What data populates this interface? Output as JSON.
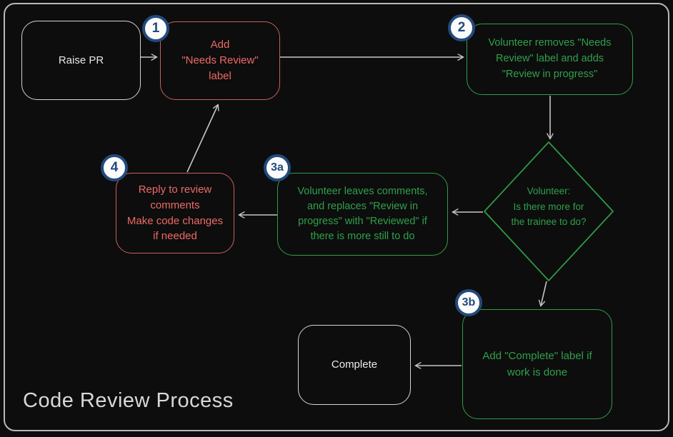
{
  "title": "Code Review Process",
  "colors": {
    "background": "#0d0d0d",
    "frame_border": "#b9b9b9",
    "red_node": "#ed6a65",
    "green_node": "#2fa04b",
    "white_node": "#e9e9e9",
    "badge_blue": "#234a7c",
    "badge_fill": "#fbfbfb",
    "arrow": "#c6c6c6"
  },
  "nodes": {
    "raise_pr": {
      "label": "Raise PR"
    },
    "step1": {
      "badge": "1",
      "label": "Add\n\"Needs Review\"\nlabel"
    },
    "step2": {
      "badge": "2",
      "label": "Volunteer removes \"Needs\nReview\" label and adds\n\"Review in progress\""
    },
    "decision": {
      "label": "Volunteer:\nIs there more for\nthe trainee to do?"
    },
    "step3a": {
      "badge": "3a",
      "label": "Volunteer leaves comments,\nand replaces \"Review in\nprogress\" with \"Reviewed\" if\nthere is more still to do"
    },
    "step4": {
      "badge": "4",
      "label": "Reply to review\ncomments\nMake code changes\nif needed"
    },
    "step3b": {
      "badge": "3b",
      "label": "Add \"Complete\" label if\nwork is done"
    },
    "complete": {
      "label": "Complete"
    }
  },
  "edges": [
    {
      "from": "raise_pr",
      "to": "step1"
    },
    {
      "from": "step1",
      "to": "step2"
    },
    {
      "from": "step2",
      "to": "decision"
    },
    {
      "from": "decision",
      "to": "step3a"
    },
    {
      "from": "step3a",
      "to": "step4"
    },
    {
      "from": "step4",
      "to": "step1"
    },
    {
      "from": "decision",
      "to": "step3b"
    },
    {
      "from": "step3b",
      "to": "complete"
    }
  ]
}
